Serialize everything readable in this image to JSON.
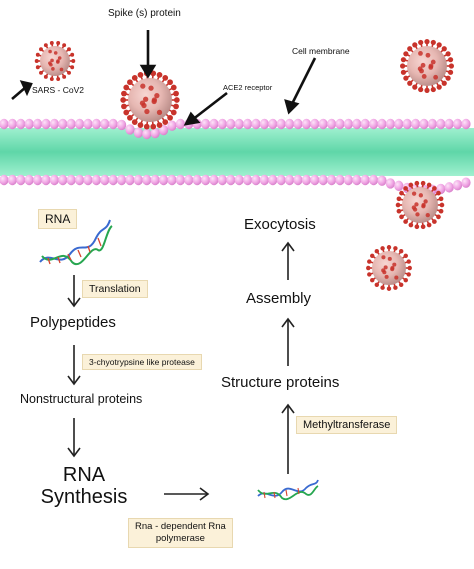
{
  "labels": {
    "spike": "Spike (s) protein",
    "sars": "SARS - CoV2",
    "ace2": "ACE2 receptor",
    "membrane": "Cell membrane"
  },
  "left_flow": {
    "rna": "RNA",
    "translation": "Translation",
    "polypeptides": "Polypeptides",
    "protease": "3-chyotrypsine like protease",
    "nonstructural": "Nonstructural proteins",
    "rna_synthesis_line1": "RNA",
    "rna_synthesis_line2": "Synthesis"
  },
  "right_flow": {
    "exocytosis": "Exocytosis",
    "assembly": "Assembly",
    "structure": "Structure proteins",
    "methyltransferase": "Methyltransferase"
  },
  "bottom": {
    "polymerase_line1": "Rna - dependent Rna",
    "polymerase_line2": "polymerase"
  },
  "colors": {
    "membrane_head": "#f2a9e6",
    "membrane_core": "#6fe0b6",
    "virus": "#c8332b",
    "label_box": "#fbf1d9"
  }
}
